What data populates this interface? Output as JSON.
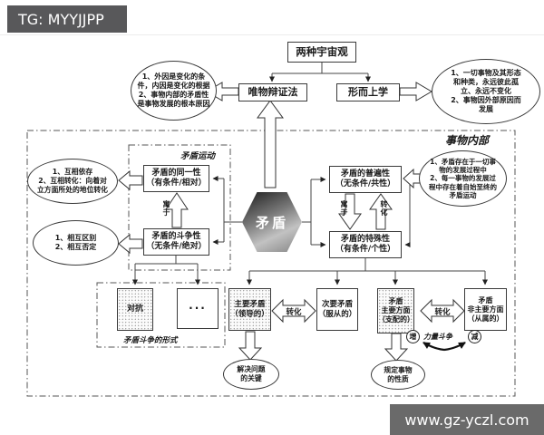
{
  "page": {
    "tag": "TG: MYYJJPP",
    "watermark": "www.gz-yczl.com"
  },
  "colors": {
    "tag_bg": "#58585a",
    "watermark_bg": "#6a6a6a",
    "line": "#3a3a3a",
    "box_border": "#3a3a3a"
  },
  "top": {
    "root": "两种宇宙观",
    "dialectics": "唯物辩证法",
    "metaphysics": "形而上学",
    "dialectics_note": "1、外因是变化的条\n件，内因是变化的根据\n2、事物内部的矛盾性\n是事物发展的根本原因",
    "metaphysics_note": "1、一切事物及其形态\n和种类，永远彼此孤\n立、永远不变化\n2、事物因外部原因而\n发展"
  },
  "regions": {
    "inside": "事物内部",
    "movement": "矛盾运动",
    "struggle_forms": "矛盾斗争的形式"
  },
  "core": {
    "hexagon": "矛盾"
  },
  "movement": {
    "identity": "矛盾的同一性\n（有条件/相对）",
    "struggle": "矛盾的斗争性\n（无条件/绝对）",
    "identity_note": "1、互相依存\n2、互相转化：向着对\n立方面所处的地位转化",
    "struggle_note": "1、相互区别\n2、相互否定",
    "reside_label": "寓于"
  },
  "aspects": {
    "universality": "矛盾的普遍性\n（无条件/共性）",
    "particularity": "矛盾的特殊性\n（有条件/个性）",
    "inside_note": "1、矛盾存在于一切事\n物的发展过程中\n2、每一事物的发展过\n程中存在着自始至终的\n矛盾运动",
    "reside_label": "寓于",
    "transform_label": "转化"
  },
  "bottom": {
    "antagonism": "对抗",
    "ellipsis": "···",
    "principal": "主要矛盾\n（领导的）",
    "secondary": "次要矛盾\n（服从的）",
    "transform1": "转化",
    "principal_aspect": "矛盾\n主要方面\n（支配的）",
    "nonprincipal_aspect": "矛盾\n非主要方面\n（从属的）",
    "transform2": "转化",
    "increase": "增",
    "decrease": "减",
    "force": "力量斗争",
    "key": "解决问题\n的关键",
    "nature": "规定事物\n的性质"
  }
}
